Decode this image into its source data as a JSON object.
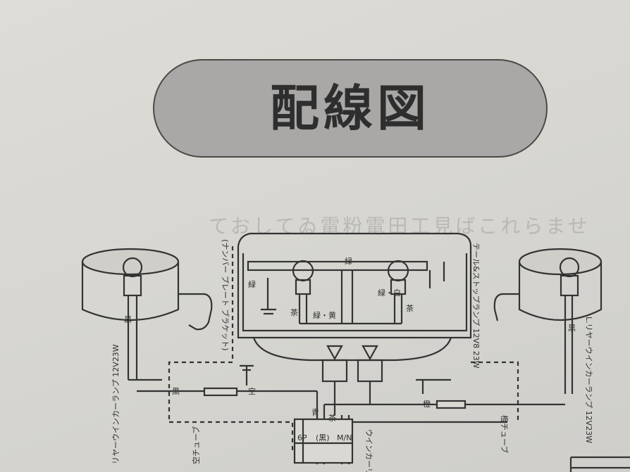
{
  "title": "配線図",
  "background_text": "ておしてゐ電粉電田工見ばこれらませ",
  "labels": {
    "number_plate_bracket": "(ナンバー プレート ブラケット)",
    "tail_stop_lamp": "テール&ストップランプ 12V8 23W",
    "rear_winker_lamp_right": "リヤーウインカーランプ 12V23W",
    "rear_winker_lamp_left": "L.リヤーウインカーランプ 12V23W",
    "sky_tube": "空チューブ",
    "orange_tube": "橙チューブ",
    "winker_relay": "ウインカーリレー",
    "connector_6p": "6P",
    "relay_mark": "(黒)",
    "relay_mn": "M/N",
    "wire_black": "黒",
    "wire_green": "緑",
    "wire_blue": "青",
    "wire_brown": "茶",
    "wire_sky": "空",
    "wire_orange": "橙",
    "wire_green_white": "緑・白",
    "wire_green_yellow": "緑・黄"
  },
  "colors": {
    "paper": "#d9d8d3",
    "ink": "#2e2e2e",
    "pill_fill": "#a9a8a6"
  }
}
